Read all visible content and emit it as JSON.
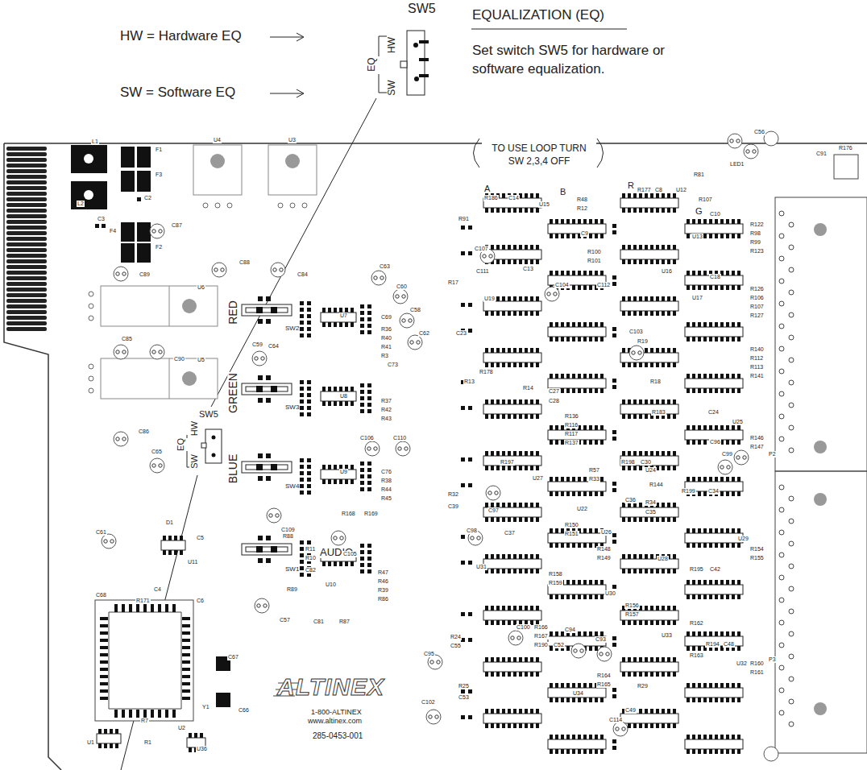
{
  "diagram": {
    "title": "EQUALIZATION (EQ)",
    "labels": [
      "SW5",
      "HW = Hardware EQ",
      "SW = Software EQ",
      "Set switch SW5 for hardware or software equalization.",
      "HW",
      "EQ",
      "SW",
      "TO USE LOOP TURN SW 2,3,4 OFF",
      "RED",
      "GREEN",
      "BLUE",
      "AUDIO",
      "SW2",
      "SW3",
      "SW4",
      "SW1",
      "HW",
      "SW5",
      "EQ",
      "SW",
      "ALTINEX",
      "1-800-ALTINEX",
      "www.altinex.com",
      "285-0453-001",
      "P2",
      "P3",
      "A",
      "B",
      "R",
      "G",
      "L1",
      "L2",
      "F1",
      "F3",
      "F2",
      "F4",
      "C2",
      "C3",
      "C87",
      "U4",
      "U3",
      "C88",
      "C89",
      "C84",
      "U6",
      "C85",
      "C90",
      "U5",
      "C86",
      "C65",
      "C63",
      "C60",
      "C58",
      "C62",
      "C59",
      "C64",
      "U7",
      "U8",
      "U9",
      "C69",
      "R36",
      "R40",
      "R41",
      "R3",
      "R37",
      "R42",
      "R43",
      "C76",
      "R38",
      "R44",
      "R45",
      "C73",
      "C106",
      "C110",
      "C109",
      "C105",
      "R168",
      "R169",
      "C61",
      "D1",
      "C5",
      "U11",
      "C4",
      "C6",
      "R171",
      "C68",
      "R88",
      "R11",
      "R10",
      "C82",
      "R89",
      "C57",
      "U10",
      "R47",
      "R46",
      "R39",
      "R86",
      "R87",
      "C81",
      "C67",
      "Y1",
      "C66",
      "R7",
      "U2",
      "U1",
      "R1",
      "U36",
      "C91",
      "R176",
      "C56",
      "LED1",
      "R81",
      "U12",
      "R177",
      "C8",
      "R107",
      "C10",
      "U13",
      "R122",
      "R98",
      "R99",
      "R123",
      "U16",
      "U17",
      "C18",
      "R126",
      "R106",
      "R107",
      "R127",
      "U19",
      "R140",
      "R112",
      "R113",
      "R141",
      "U22",
      "U25",
      "R146",
      "R147",
      "U24",
      "U26",
      "U27",
      "U29",
      "R154",
      "R155",
      "U28",
      "U30",
      "U31",
      "U33",
      "U32",
      "U34",
      "C48",
      "R194",
      "R160",
      "R161",
      "R162",
      "R163",
      "R164",
      "R165",
      "C114",
      "C49",
      "R29",
      "C94",
      "C93",
      "R24",
      "C55",
      "R25",
      "C53",
      "C95",
      "C102",
      "C100",
      "R166",
      "R167",
      "R190",
      "C52",
      "R156",
      "R157",
      "R158",
      "R159",
      "C97",
      "C98",
      "C37",
      "R148",
      "R149",
      "R150",
      "R151",
      "C36",
      "R32",
      "C39",
      "R57",
      "R33",
      "R34",
      "C35",
      "C99",
      "C96",
      "R18",
      "R14",
      "R13",
      "R17",
      "C107",
      "C111",
      "C13",
      "C104",
      "C112",
      "C103",
      "R19",
      "R100",
      "R101",
      "R48",
      "R12",
      "C9",
      "U15",
      "C14",
      "R186",
      "R91",
      "C23",
      "R178",
      "C27",
      "C28",
      "R136",
      "R116",
      "R117",
      "R137",
      "R183",
      "C24",
      "R197",
      "R198",
      "C30",
      "R144",
      "R199",
      "C34",
      "R195",
      "C42"
    ]
  }
}
